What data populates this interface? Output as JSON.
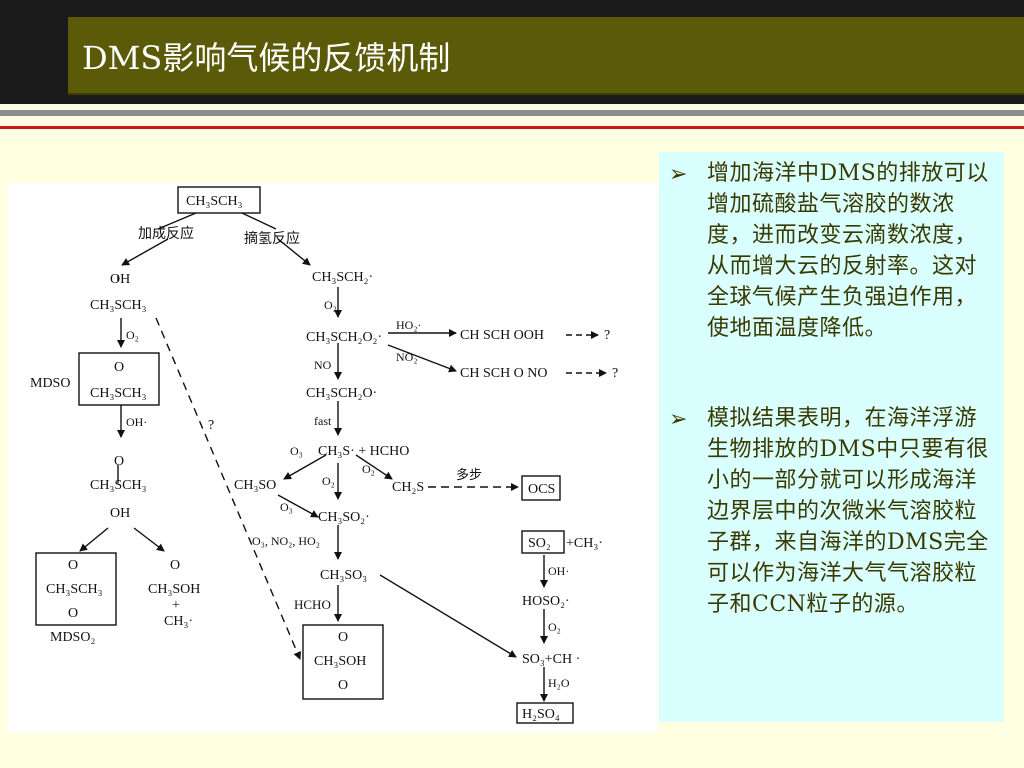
{
  "slide": {
    "title": "DMS影响气候的反馈机制"
  },
  "diagram": {
    "start": "CH₃SCH₃",
    "branch_left": "加成反应",
    "branch_right": "摘氢反应",
    "left": {
      "oh": "OH",
      "adduct": "CH₃SCH₃",
      "o2": "O₂",
      "mdso_label": "MDSO",
      "mdso_o": "O",
      "mdso_formula": "CH₃SCH₃",
      "oh_radical": "OH·",
      "inter_o": "O",
      "inter_formula": "CH₃SCH₃",
      "inter_oh": "OH",
      "mdso2_o_top": "O",
      "mdso2_formula": "CH₃SCH₃",
      "mdso2_o_bottom": "O",
      "mdso2_label": "MDSO₂",
      "msia_o": "O",
      "msia_formula": "CH₃SOH",
      "msia_plus": "+",
      "ch3": "CH₃·",
      "question": "?"
    },
    "right": {
      "r1": "CH₃SCH₂·",
      "o2": "O₂",
      "r2": "CH₃SCH₂O₂·",
      "ho2": "HO₂·",
      "no2": "NO₂",
      "p1": "CH SCH OOH",
      "p2": "CH SCH O NO",
      "q1": "?",
      "q2": "?",
      "no": "NO",
      "r3": "CH₃SCH₂O·",
      "fast": "fast",
      "o3": "O₃",
      "r4": "CH₃S· + HCHO",
      "ch3so": "CH₃SO",
      "o2b": "O₂",
      "o2c": "O₂",
      "ch2s": "CH₂S",
      "multi": "多步",
      "ocs": "OCS",
      "o3b": "O₃",
      "ch3so2": "CH₃SO₂·",
      "oxidants": "O₃, NO₂, HO₂",
      "ch3so3": "CH₃SO₃",
      "hcho": "HCHO",
      "msa_o_top": "O",
      "msa_formula": "CH₃SOH",
      "msa_o_bottom": "O",
      "so2": "SO₂",
      "plus_ch3": "+CH₃·",
      "oh_rad": "OH·",
      "hoso2": "HOSO₂·",
      "o2d": "O₂",
      "so3": "SO₃+CH ·",
      "h2o": "H₂O",
      "h2so4": "H₂SO₄"
    }
  },
  "bullets": [
    {
      "marker": "➢",
      "text": "增加海洋中DMS的排放可以增加硫酸盐气溶胶的数浓度，进而改变云滴数浓度，从而增大云的反射率。这对全球气候产生负强迫作用，使地面温度降低。"
    },
    {
      "marker": "➢",
      "text": "模拟结果表明，在海洋浮游生物排放的DMS中只要有很小的一部分就可以形成海洋边界层中的次微米气溶胶粒子群，来自海洋的DMS完全可以作为海洋大气气溶胶粒子和CCN粒子的源。"
    }
  ],
  "colors": {
    "background": "#ffffe1",
    "title_bar": "#5a5a08",
    "top_band": "#1b1b1b",
    "accent_red": "#c41c1c",
    "text_panel": "#d9ffff",
    "text_color": "#3a3a00"
  }
}
